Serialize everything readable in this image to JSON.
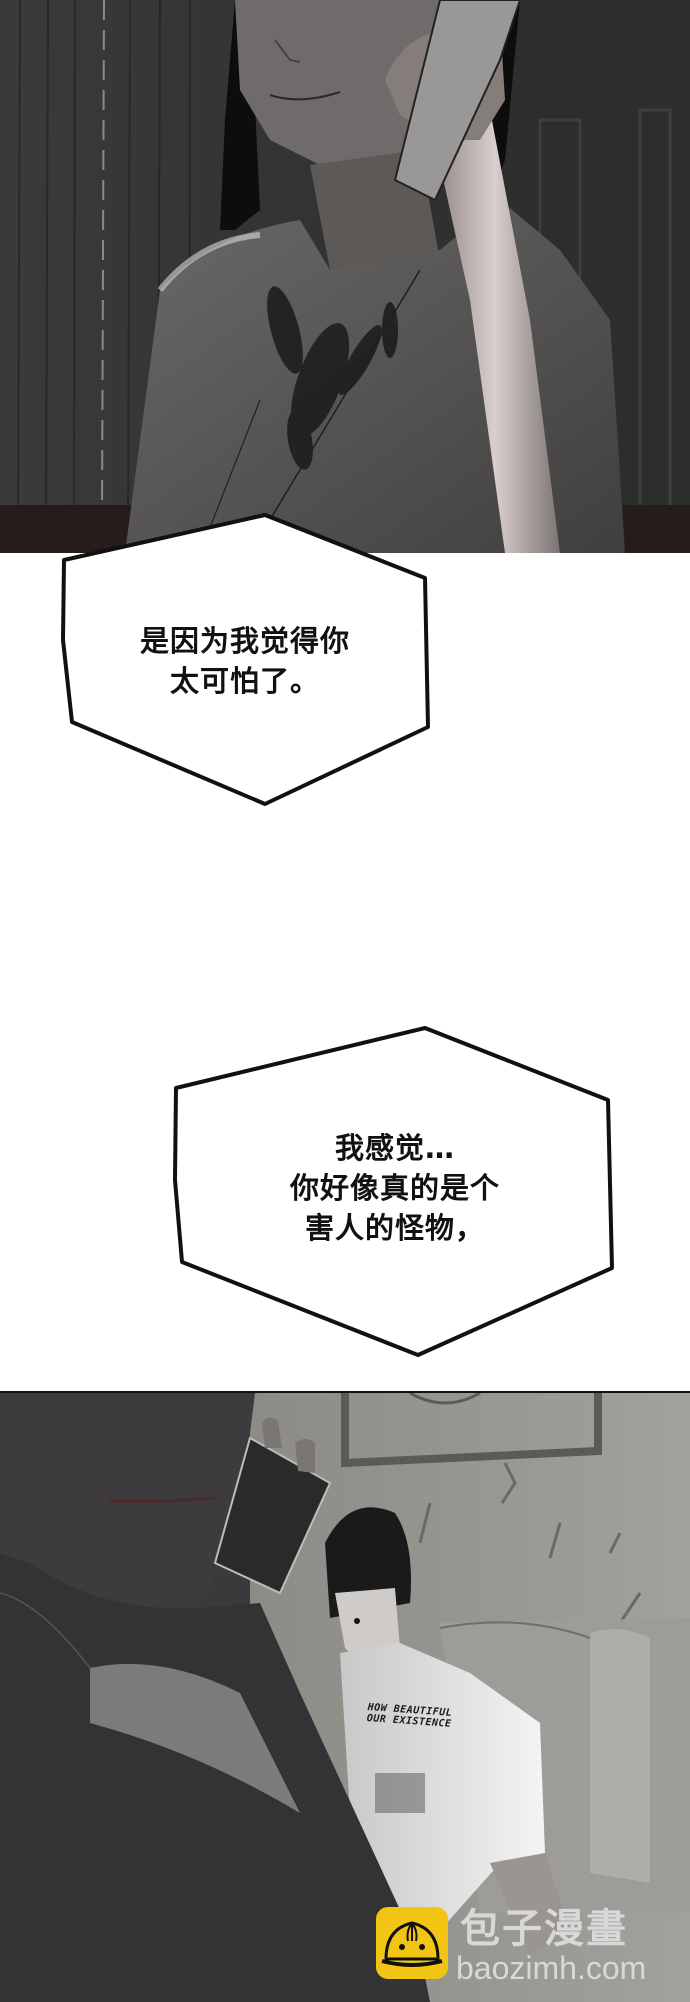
{
  "comic": {
    "source_logo": {
      "title": "包子漫畫",
      "url": "baozimh.com",
      "accent_color": "#f2c515"
    },
    "panels": [
      {
        "id": "panel-1",
        "description": "Woman with short dark hair holding a phone to her ear, blood-stained robe, dark room",
        "bg_color": "#2f2f2f"
      },
      {
        "id": "panel-2",
        "description": "Close-up of woman on phone in foreground; young man in white t-shirt crouched on sofa behind her",
        "bg_color": "#3a393b",
        "shirt_text": {
          "line1": "HOW BEAUTIFUL",
          "line2": "OUR EXISTENCE"
        }
      }
    ],
    "speech_bubbles": [
      {
        "id": "bubble-1",
        "lines": [
          "是因为我觉得你",
          "太可怕了。"
        ]
      },
      {
        "id": "bubble-2",
        "lines": [
          "我感觉…",
          "你好像真的是个",
          "害人的怪物，"
        ]
      }
    ]
  }
}
